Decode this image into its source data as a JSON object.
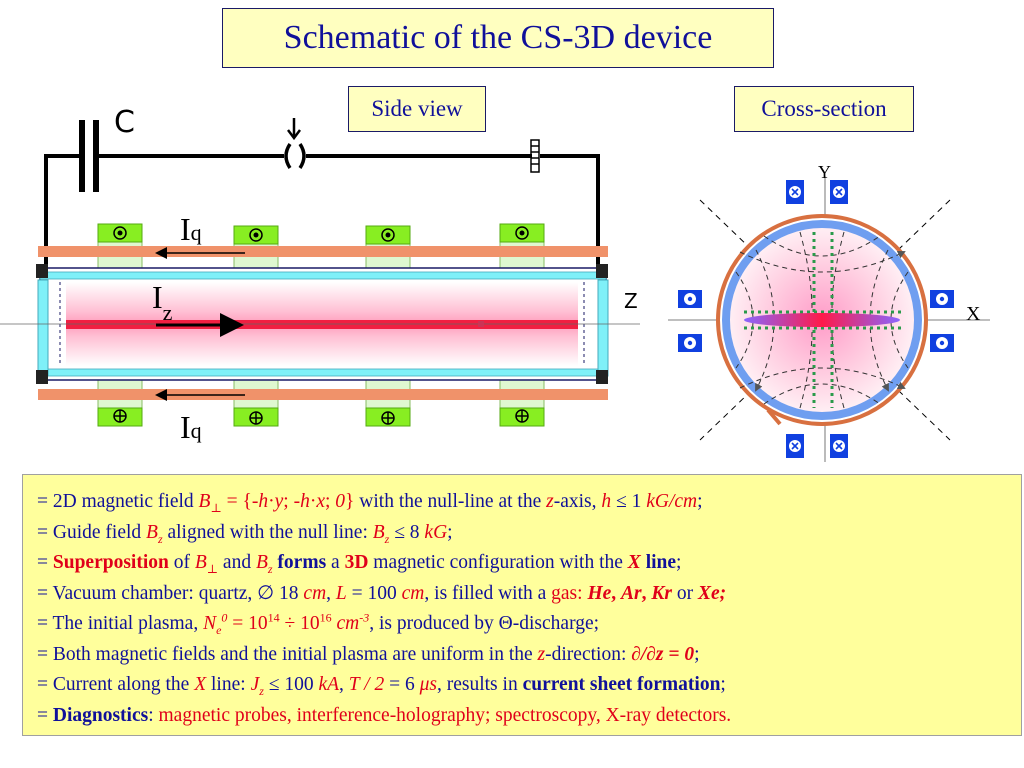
{
  "title": "Schematic of the CS-3D device",
  "side_view_label": "Side view",
  "cross_section_label": "Cross-section",
  "diagram": {
    "capacitor_label": "C",
    "iq_top": "I",
    "iq_top_sub": "q",
    "iz": "I",
    "iz_sub": "z",
    "iq_bottom": "I",
    "iq_bottom_sub": "q",
    "z_axis_label": "Z",
    "x_axis_label": "X",
    "y_axis_label": "Y"
  },
  "description": {
    "line1": {
      "a": "= 2D magnetic field ",
      "b": "B",
      "b_sub": "⊥",
      "c": " = {-",
      "d": "h",
      "e": "·",
      "f": "y",
      "g": "; -",
      "h": "h",
      "i": "·",
      "j": "x",
      "k": "; ",
      "l": "0",
      "m": "}",
      "n": " with the null-line at the ",
      "o": "z",
      "p": "-axis, ",
      "q": "h",
      "r": " ≤ 1 ",
      "s": "kG/cm",
      "t": ";"
    },
    "line2": {
      "a": "= Guide field ",
      "b": "B",
      "b_sub": "z",
      "c": " aligned with the null line: ",
      "d": "B",
      "d_sub": "z",
      "e": " ≤ 8 ",
      "f": "kG",
      "g": ";"
    },
    "line3": {
      "a": "= ",
      "b": "Superposition",
      "c": " of ",
      "d": "B",
      "d_sub": "⊥",
      "e": " and ",
      "f": "B",
      "f_sub": "z",
      "g": " forms",
      "h": " a ",
      "i": "3D",
      "j": " magnetic configuration with the ",
      "k": "X",
      "l": " line",
      "m": ";"
    },
    "line4": {
      "a": "= Vacuum chamber: quartz, ∅ 18 ",
      "b": "cm",
      "c": ", ",
      "d": "L",
      "e": " = 100 ",
      "f": "cm",
      "g": ", is filled with a ",
      "h": "gas: ",
      "i": "He",
      "j": ", ",
      "k": "Ar",
      "l": ", ",
      "m": "Kr",
      "n": " or ",
      "o": "Xe;"
    },
    "line5": {
      "a": "= The initial plasma, ",
      "b": "N",
      "b_sub": "e",
      "b_sup": "0",
      "c": " = 10",
      "c_sup": "14",
      "d": " ÷ 10",
      "d_sup": "16",
      "e": " cm",
      "e_sup": "-3",
      "f": ", is produced by Θ-discharge;"
    },
    "line6": {
      "a": "= Both magnetic fields and the initial plasma are uniform in the ",
      "b": "z",
      "c": "-direction: ",
      "d": "∂/∂z = 0",
      "e": ";"
    },
    "line7": {
      "a": "= Current along the ",
      "b": "X",
      "c": " line: ",
      "d": "J",
      "d_sub": "z",
      "e": " ≤ 100 ",
      "f": "kA",
      "g": ", ",
      "h": "T / 2",
      "i": " = 6 ",
      "j": "μs",
      "k": ", results in ",
      "l": "current sheet formation",
      "m": ";"
    },
    "line8": {
      "a": "= ",
      "b": "Diagnostics",
      "c": ": ",
      "d": "magnetic probes, interference-holography; spectroscopy, X-ray detectors."
    }
  },
  "colors": {
    "title_bg": "#ffffc0",
    "description_bg": "#ffff9c",
    "text_blue": "#10109a",
    "text_red": "#e0001a",
    "conductor_orange": "#f0926a",
    "coil_green": "#88ee22",
    "chamber_cyan": "#7ff0f8",
    "plasma_pink": "#ffb8d0",
    "core_red": "#ee1133",
    "ring_blue": "#6f9ef0",
    "ring_orange": "#d87040",
    "conductor_box_blue": "#1040e0"
  }
}
